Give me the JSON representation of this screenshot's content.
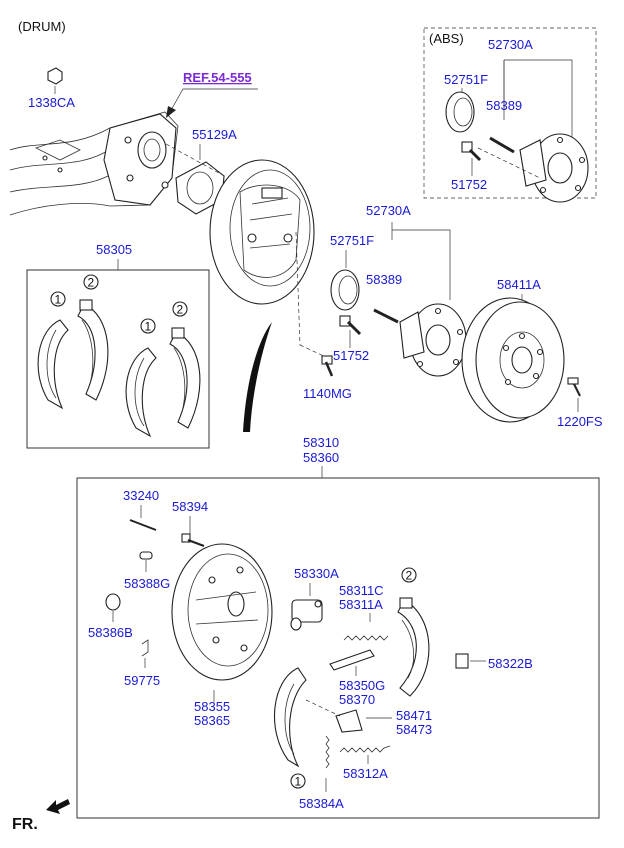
{
  "header": {
    "title": "(DRUM)"
  },
  "abs_group": {
    "title": "(ABS)",
    "hub": "52730A",
    "seal": "52751F",
    "stud": "58389",
    "bolt": "51752"
  },
  "ref_link": "REF.54-555",
  "labels": {
    "nut": "1338CA",
    "gasket": "55129A",
    "hub": "52730A",
    "seal": "52751F",
    "stud": "58389",
    "bolt": "51752",
    "drum": "58411A",
    "plug_bolt": "1140MG",
    "drum_screw": "1220FS",
    "shoe_kit": "58305",
    "assy_1": "58310",
    "assy_2": "58360",
    "pin_33240": "33240",
    "pin_58394": "58394",
    "plug_58388g": "58388G",
    "cap_58386b": "58386B",
    "clip_59775": "59775",
    "plate_1": "58355",
    "plate_2": "58365",
    "cylinder": "58330A",
    "spring_a": "58311C",
    "spring_b": "58311A",
    "adjuster_a": "58350G",
    "adjuster_b": "58370",
    "clip_58322b": "58322B",
    "lever_a": "58471",
    "lever_b": "58473",
    "spring_58312a": "58312A",
    "spring_58384a": "58384A",
    "circle_1": "1",
    "circle_2": "2"
  },
  "footer": {
    "direction": "FR."
  }
}
